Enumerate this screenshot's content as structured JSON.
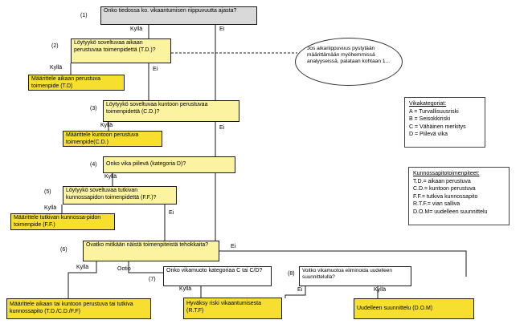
{
  "nodes": {
    "n1": "Onko tiedossa ko. vikaantumisen riippuvuutta ajasta?",
    "n2": "Löytyykö soveltuvaa aikaan perustuvaa toimenpidettä (T.D.)?",
    "n2a": "Määrittele aikaan perustuva toimenpide (T.D)",
    "n3": "Löytyykö soveltuvaa kuntoon perustuvaa toimenpidettä (C.D.)?",
    "n3a": "Määrittele kuntoon perustuva toimenpide(C.D.)",
    "n4": "Onko vika piilevä (kategoria D)?",
    "n5": "Löytyykö soveltuvaa tutkivan kunnossapidon toimenpidettä (F.F.)?",
    "n5a": "Määrittele tutkivan kunnossa-pidon toimenpide (F.F.)",
    "n6": "Ovatko mitkään näistä toimenpiteistä tehokkaita?",
    "n6a": "Määrittele aikaan tai kuntoon perustuva tai tutkiva kunnossapito (T.D./C.D./F.F)",
    "n7": "Onko vikamuoto kategoriaa C tai C/D?",
    "n7a": "Hyväksy riski vikaantumisesta (R.T.F)",
    "n8": "Voitko vikamuotoa eliminoida uudelleen suunnittelulla?",
    "n8a": "Uudelleen suunnittelu (D.O.M)"
  },
  "numbers": {
    "n1": "(1)",
    "n2": "(2)",
    "n3": "(3)",
    "n4": "(4)",
    "n5": "(5)",
    "n6": "(6)",
    "n7": "(7)",
    "n8": "(8)"
  },
  "edge_labels": {
    "yes": "Kyllä",
    "no": "Ei",
    "maybe": "Ootio"
  },
  "note": "Jos aikariippuvuus pystytään määrittämään myöhemmissä analyyseissä, palataan kohtaan 1...",
  "legend_categories": {
    "title": "Vikakategoriat:",
    "items": [
      "A = Turvallisuusriski",
      "B = Seisokkiriski",
      "C = Vähäinen merkitys",
      "D = Piilevä vika"
    ]
  },
  "legend_actions": {
    "title": "Kunnossapitotoimenpiteet:",
    "items": [
      "T.D.= aikaan perustuva",
      "C.D.= kuntoon perustuva",
      "F.F.= tutkiva kunnossapito",
      "R.T.F.= vian salliva",
      "D.O.M= uudelleen suunnittelu"
    ]
  },
  "colors": {
    "question_box": "#fbf3a0",
    "result_box": "#f6df2e",
    "start_box": "#d9d9d9",
    "line": "#1a1a1a"
  }
}
